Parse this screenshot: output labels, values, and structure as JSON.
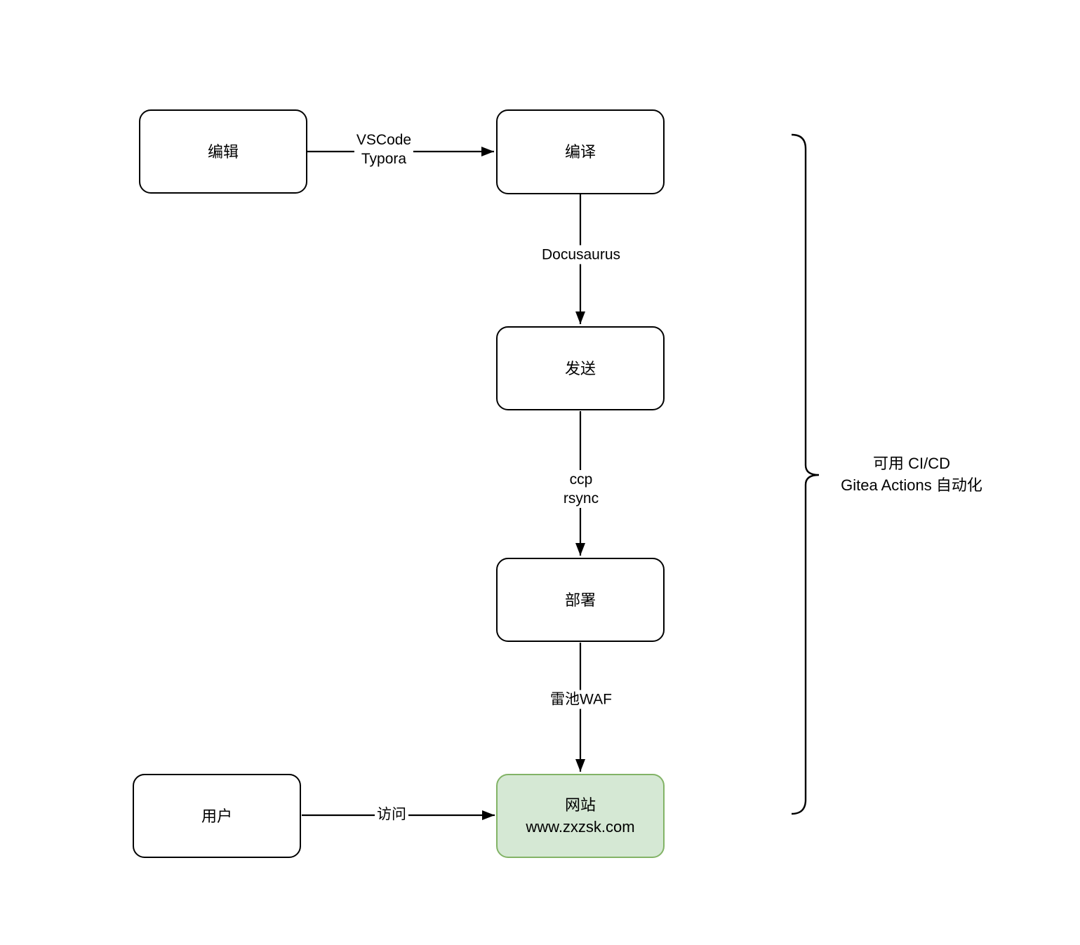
{
  "diagram": {
    "nodes": {
      "edit": {
        "label": "编辑"
      },
      "compile": {
        "label": "编译"
      },
      "send": {
        "label": "发送"
      },
      "deploy": {
        "label": "部署"
      },
      "website": {
        "label": "网站",
        "sublabel": "www.zxzsk.com"
      },
      "user": {
        "label": "用户"
      }
    },
    "edges": {
      "edit_to_compile": {
        "label_line1": "VSCode",
        "label_line2": "Typora"
      },
      "compile_to_send": {
        "label": "Docusaurus"
      },
      "send_to_deploy": {
        "label_line1": "ccp",
        "label_line2": "rsync"
      },
      "deploy_to_website": {
        "label": "雷池WAF"
      },
      "user_to_website": {
        "label": "访问"
      }
    },
    "annotation": {
      "line1": "可用 CI/CD",
      "line2": "Gitea Actions 自动化"
    },
    "colors": {
      "background": "#ffffff",
      "line": "#000000",
      "node_border": "#000000",
      "node_fill": "#ffffff",
      "website_fill": "#d5e8d4",
      "website_border": "#82b366",
      "text": "#000000"
    }
  }
}
